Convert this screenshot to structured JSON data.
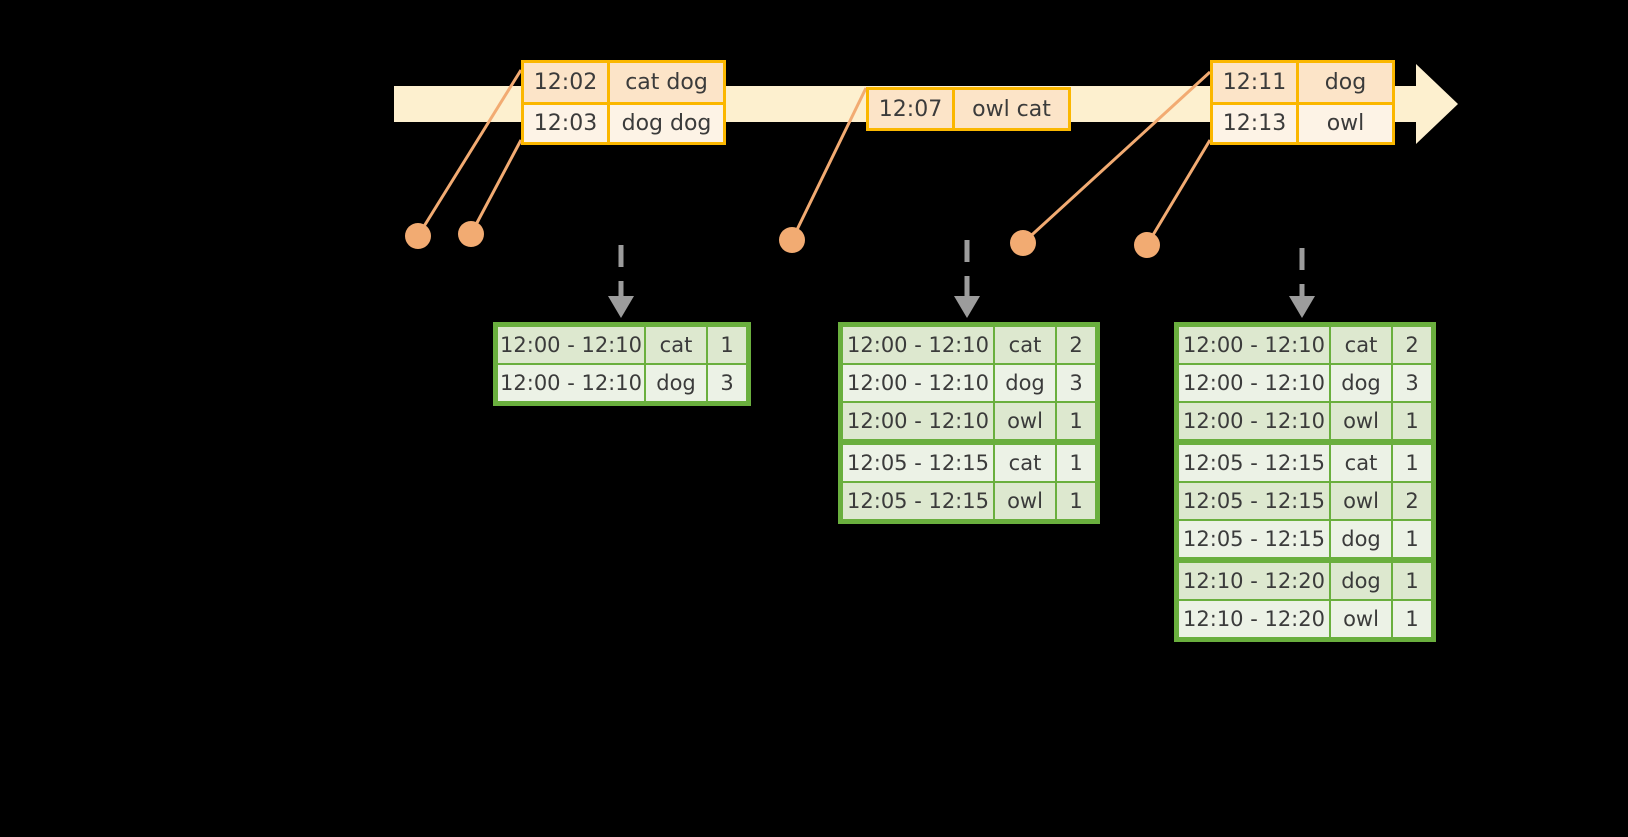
{
  "diagram": {
    "title": "windowed-word-count-timeline",
    "colors": {
      "timeline_fill": "#fdf0cf",
      "event_border": "#fbb700",
      "event_fill_a": "#fce4c8",
      "event_fill_b": "#fdf3e6",
      "connector": "#f2ab72",
      "dot": "#f2ab72",
      "table_border": "#6aaf3e",
      "table_row_a": "#dde8cf",
      "table_row_b": "#ecf2e6",
      "dashed_arrow": "#9c9c9c",
      "background": "#000000"
    }
  },
  "timeline": {
    "name": "event-time-axis",
    "events": [
      {
        "group": "group-1",
        "rows": [
          {
            "time": "12:02",
            "words": "cat dog"
          },
          {
            "time": "12:03",
            "words": "dog dog"
          }
        ]
      },
      {
        "group": "group-2",
        "rows": [
          {
            "time": "12:07",
            "words": "owl cat"
          }
        ]
      },
      {
        "group": "group-3",
        "rows": [
          {
            "time": "12:11",
            "words": "dog"
          },
          {
            "time": "12:13",
            "words": "owl"
          }
        ]
      }
    ]
  },
  "tables": [
    {
      "name": "result-table-1",
      "rows": [
        {
          "window": "12:00 - 12:10",
          "key": "cat",
          "count": "1"
        },
        {
          "window": "12:00 - 12:10",
          "key": "dog",
          "count": "3"
        }
      ]
    },
    {
      "name": "result-table-2",
      "rows": [
        {
          "window": "12:00 - 12:10",
          "key": "cat",
          "count": "2"
        },
        {
          "window": "12:00 - 12:10",
          "key": "dog",
          "count": "3"
        },
        {
          "window": "12:00 - 12:10",
          "key": "owl",
          "count": "1"
        },
        {
          "window": "12:05 - 12:15",
          "key": "cat",
          "count": "1"
        },
        {
          "window": "12:05 - 12:15",
          "key": "owl",
          "count": "1"
        }
      ]
    },
    {
      "name": "result-table-3",
      "rows": [
        {
          "window": "12:00 - 12:10",
          "key": "cat",
          "count": "2"
        },
        {
          "window": "12:00 - 12:10",
          "key": "dog",
          "count": "3"
        },
        {
          "window": "12:00 - 12:10",
          "key": "owl",
          "count": "1"
        },
        {
          "window": "12:05 - 12:15",
          "key": "cat",
          "count": "1"
        },
        {
          "window": "12:05 - 12:15",
          "key": "owl",
          "count": "2"
        },
        {
          "window": "12:05 - 12:15",
          "key": "dog",
          "count": "1"
        },
        {
          "window": "12:10 - 12:20",
          "key": "dog",
          "count": "1"
        },
        {
          "window": "12:10 - 12:20",
          "key": "owl",
          "count": "1"
        }
      ]
    }
  ]
}
